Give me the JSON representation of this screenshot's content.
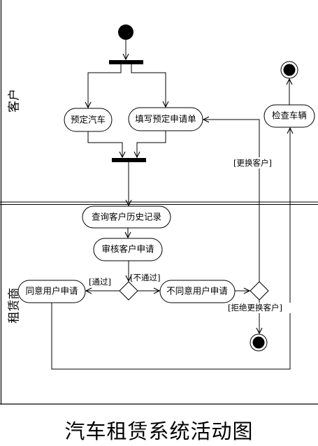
{
  "caption": "汽车租赁系统活动图",
  "lanes": {
    "customer": "客户",
    "lessor": "租赁商"
  },
  "activities": {
    "reserve_car": "预定汽车",
    "fill_form": "填写预定申请单",
    "check_car": "检查车辆",
    "query_history": "查询客户历史记录",
    "review_request": "审核客户申请",
    "agree_request": "同意用户申请",
    "reject_request": "不同意用户申请"
  },
  "guards": {
    "pass": "[通过]",
    "fail": "[不通过]",
    "change_customer": "[更换客户]",
    "refuse_change": "[拒绝更换客户]"
  }
}
